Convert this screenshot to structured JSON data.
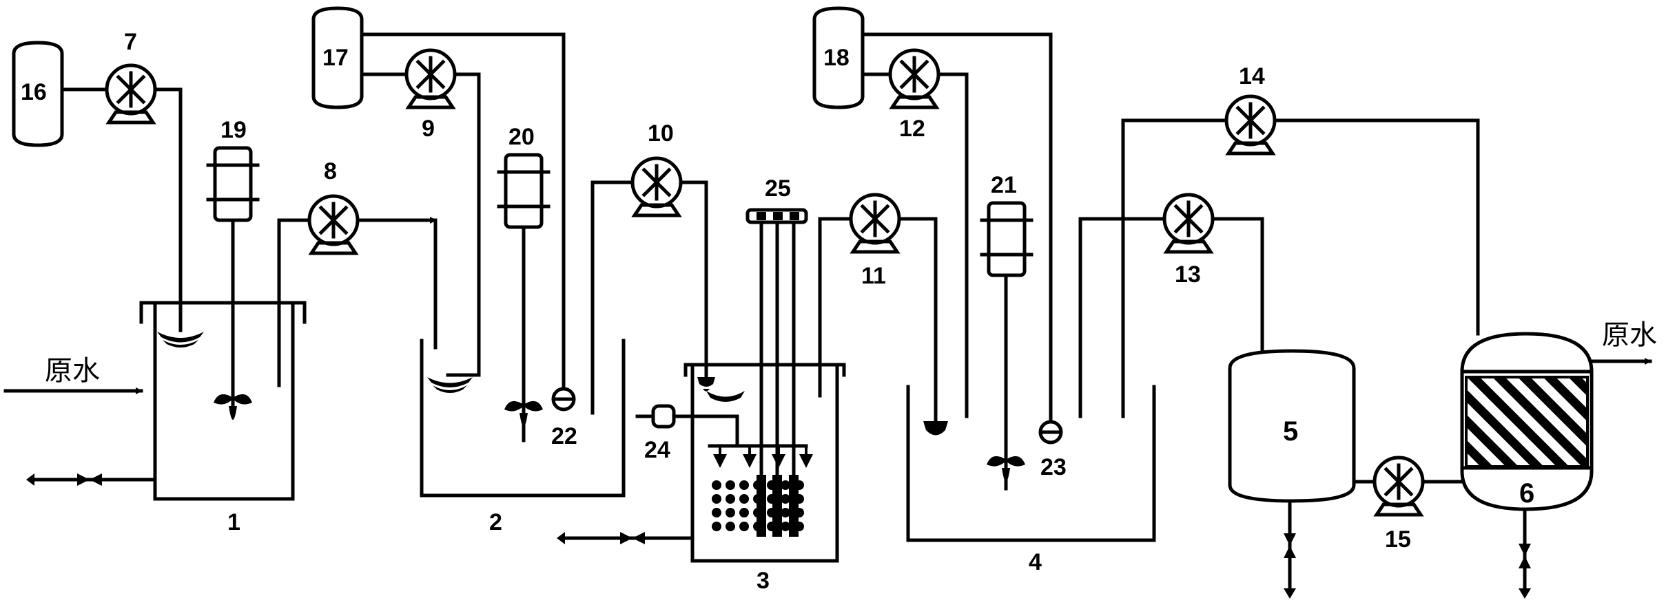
{
  "labels": {
    "raw_water_in": "原水",
    "raw_water_out": "原水",
    "tank_1": "1",
    "tank_2": "2",
    "tank_3": "3",
    "tank_4": "4",
    "vessel_5": "5",
    "filter_6": "6",
    "pump_7": "7",
    "pump_8": "8",
    "pump_9": "9",
    "pump_10": "10",
    "pump_11": "11",
    "pump_12": "12",
    "pump_13": "13",
    "pump_14": "14",
    "pump_15": "15",
    "drum_16": "16",
    "drum_17": "17",
    "drum_18": "18",
    "motor_19": "19",
    "motor_20": "20",
    "motor_21": "21",
    "probe_22": "22",
    "probe_23": "23",
    "blower_24": "24",
    "electrode_25": "25"
  }
}
